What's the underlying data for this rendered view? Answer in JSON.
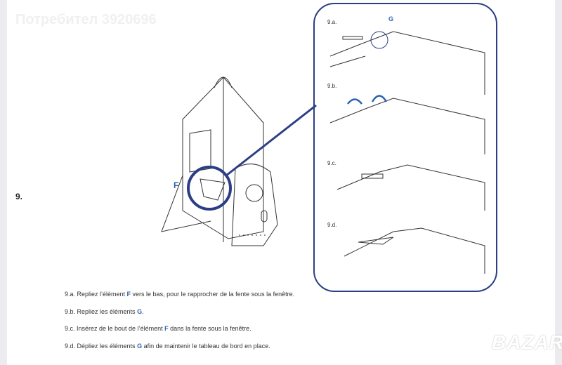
{
  "watermark": "Потребител 3920696",
  "step_number": "9.",
  "labels": {
    "F": "F",
    "G": "G"
  },
  "substeps": [
    "9.a.",
    "9.b.",
    "9.c.",
    "9.d."
  ],
  "instructions": [
    {
      "pre": "9.a. Repliez l’élément ",
      "hl": "F",
      "post": " vers le bas, pour le rapprocher de la fente sous la fenêtre."
    },
    {
      "pre": "9.b. Repliez les éléments ",
      "hl": "G",
      "post": "."
    },
    {
      "pre": "9.c. Insérez de le bout de l’élément ",
      "hl": "F",
      "post": " dans la fente sous la fenêtre."
    },
    {
      "pre": "9.d. Dépliez les éléments ",
      "hl": "G",
      "post": " afin de maintenir le tableau de bord en place."
    }
  ],
  "logo": "BAZAR",
  "colors": {
    "accent": "#2f63b0",
    "panel": "#2c3e84"
  }
}
